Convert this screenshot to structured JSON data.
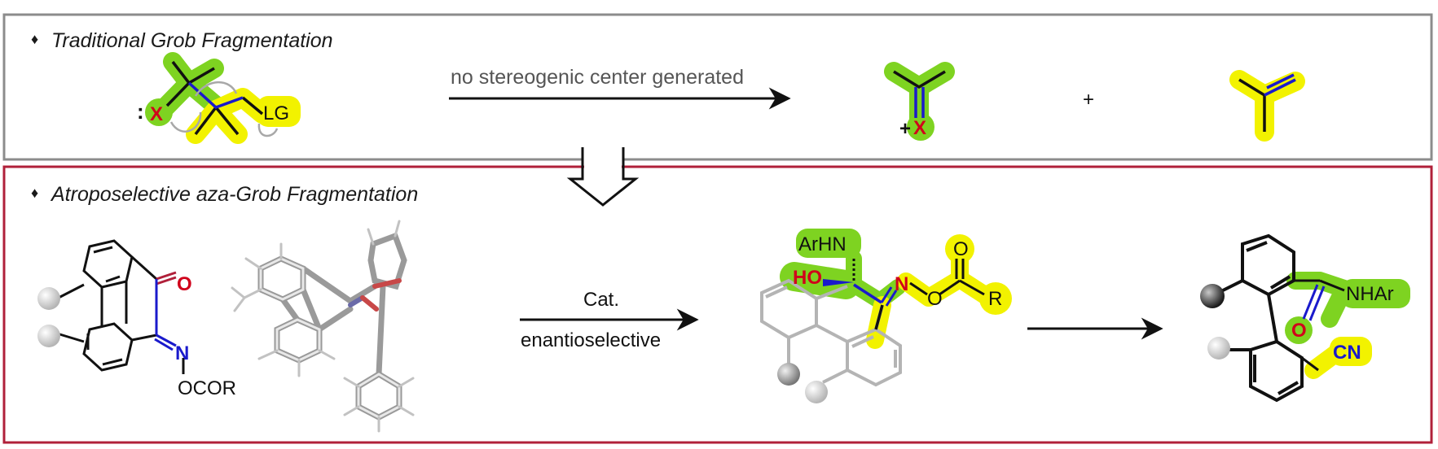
{
  "top_panel": {
    "title": "Traditional Grob Fragmentation",
    "bullet": "♦",
    "reactant": {
      "heteroatom": "X",
      "lone_pair": ":",
      "leaving_group": "LG"
    },
    "arrow_label": "no stereogenic center generated",
    "product_1": {
      "heteroatom": "X",
      "charge": "+"
    },
    "plus_sign": "+"
  },
  "bottom_panel": {
    "title": "Atroposelective aza-Grob Fragmentation",
    "bullet": "♦",
    "substrate": {
      "carbonyl_o": "O",
      "oxime_n": "N",
      "oxime_group": "OCOR"
    },
    "arrow_label_top": "Cat.",
    "arrow_label_bottom": "enantioselective",
    "intermediate": {
      "amine": "ArHN",
      "hydroxyl": "HO",
      "oxime_n": "N",
      "ester_o": "O",
      "carbonyl_o": "O",
      "r_group": "R"
    },
    "product": {
      "amide": "NHAr",
      "amide_o": "O",
      "nitrile": "CN"
    }
  },
  "colors": {
    "top_frame": "#8c8c8c",
    "bottom_frame": "#b0203a",
    "green_highlight": "#7ed321",
    "yellow_highlight": "#f2f200",
    "bond_blue": "#1a1acc",
    "heteroatom_red": "#d0021b"
  }
}
